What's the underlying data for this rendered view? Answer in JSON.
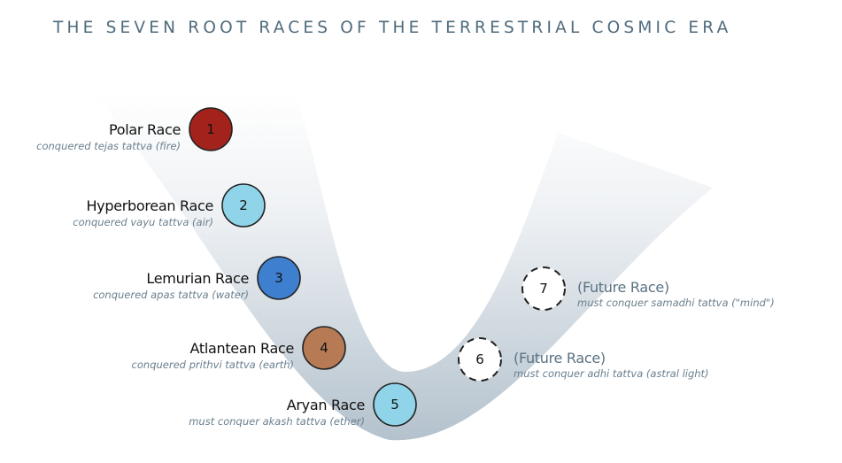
{
  "title": "THE SEVEN ROOT RACES OF THE TERRESTRIAL COSMIC ERA",
  "races": [
    {
      "number": "1",
      "name": "Polar Race",
      "note": "conquered tejas tattva (fire)",
      "color": "#a3231c",
      "status": "past"
    },
    {
      "number": "2",
      "name": "Hyperborean Race",
      "note": "conquered vayu tattva (air)",
      "color": "#8fd4e8",
      "status": "past"
    },
    {
      "number": "3",
      "name": "Lemurian Race",
      "note": "conquered apas tattva (water)",
      "color": "#3f7fcf",
      "status": "past"
    },
    {
      "number": "4",
      "name": "Atlantean Race",
      "note": "conquered prithvi tattva (earth)",
      "color": "#b67a55",
      "status": "past"
    },
    {
      "number": "5",
      "name": "Aryan Race",
      "note": "must conquer akash tattva (ether)",
      "color": "#8fd4e8",
      "status": "current"
    },
    {
      "number": "6",
      "name": "(Future Race)",
      "note": "must conquer adhi tattva (astral light)",
      "color": "#ffffff",
      "status": "future"
    },
    {
      "number": "7",
      "name": "(Future Race)",
      "note": "must conquer samadhi tattva (\"mind\")",
      "color": "#ffffff",
      "status": "future"
    }
  ]
}
